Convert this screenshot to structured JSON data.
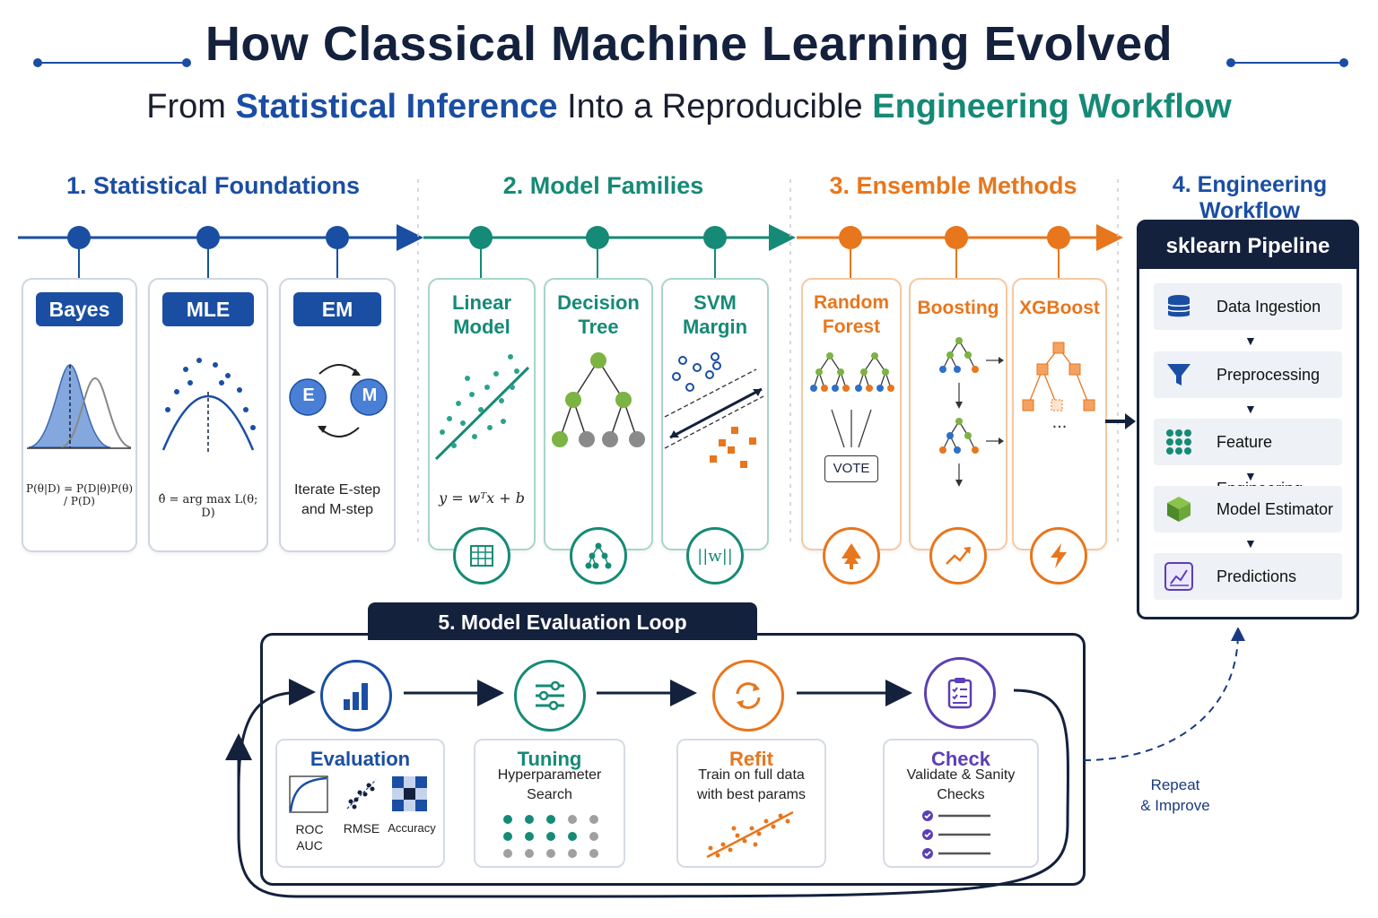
{
  "header": {
    "title": "How Classical Machine Learning Evolved",
    "subtitle_from": "From",
    "subtitle_highlight1": "Statistical Inference",
    "subtitle_mid": "Into a Reproducible",
    "subtitle_highlight2": "Engineering Workflow"
  },
  "colors": {
    "navy": "#14213d",
    "blue": "#1a4ea3",
    "teal": "#158a76",
    "orange": "#e8761c",
    "purple": "#5b3fb5"
  },
  "sections": {
    "s1": {
      "title": "1. Statistical Foundations"
    },
    "s2": {
      "title": "2. Model Families"
    },
    "s3": {
      "title": "3. Ensemble Methods"
    },
    "s4": {
      "title": "4. Engineering Workflow"
    },
    "s5": {
      "title": "5.  Model Evaluation Loop"
    }
  },
  "foundations": {
    "bayes": {
      "label": "Bayes",
      "formula": "P(θ|D) = P(D|θ)P(θ) / P(D)"
    },
    "mle": {
      "label": "MLE",
      "formula": "θ̂ = arg max L(θ; D)"
    },
    "em": {
      "label": "EM",
      "e": "E",
      "m": "M",
      "text_line1": "Iterate E-step",
      "text_line2": "and M-step"
    }
  },
  "families": {
    "linear": {
      "line1": "Linear",
      "line2": "Model",
      "formula": "y = wᵀx + b"
    },
    "tree": {
      "line1": "Decision",
      "line2": "Tree"
    },
    "svm": {
      "line1": "SVM",
      "line2": "Margin",
      "icon_text": "||w||"
    }
  },
  "ensembles": {
    "rf": {
      "line1": "Random",
      "line2": "Forest",
      "vote": "VOTE"
    },
    "boost": {
      "line1": "Boosting"
    },
    "xgb": {
      "line1": "XGBoost",
      "dots": "..."
    }
  },
  "pipeline": {
    "title": "sklearn Pipeline",
    "steps": [
      "Data Ingestion",
      "Preprocessing",
      "Feature Engineering",
      "Model Estimator",
      "Predictions"
    ]
  },
  "loop": {
    "evaluation": {
      "title": "Evaluation",
      "m1a": "ROC",
      "m1b": "AUC",
      "m2": "RMSE",
      "m3": "Accuracy"
    },
    "tuning": {
      "title": "Tuning",
      "line1": "Hyperparameter",
      "line2": "Search"
    },
    "refit": {
      "title": "Refit",
      "line1": "Train on full data",
      "line2": "with best params"
    },
    "check": {
      "title": "Check",
      "line1": "Validate & Sanity",
      "line2": "Checks"
    },
    "repeat_line1": "Repeat",
    "repeat_line2": "& Improve"
  }
}
